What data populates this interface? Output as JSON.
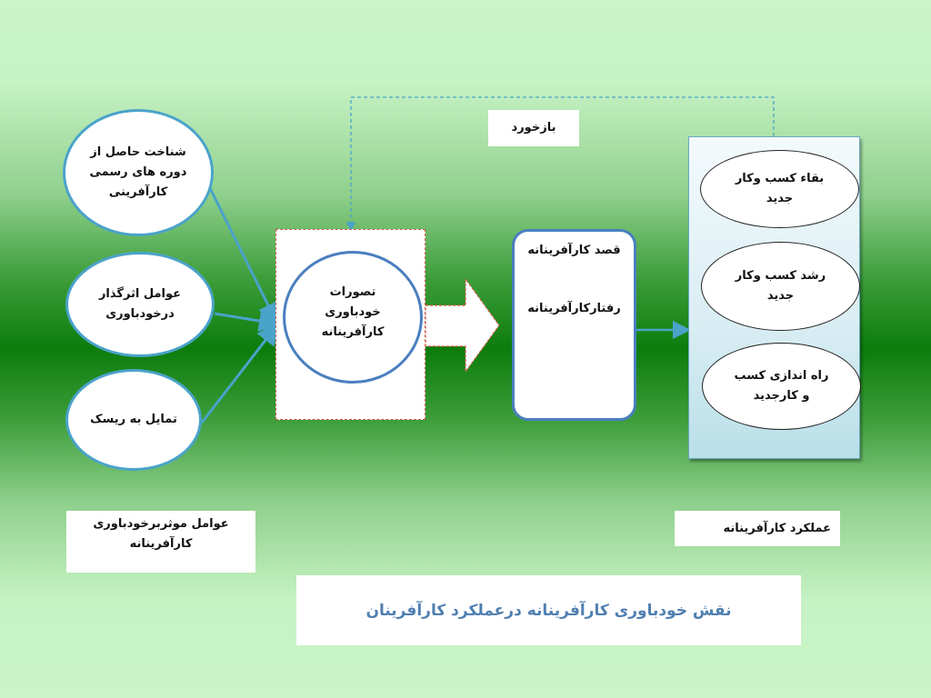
{
  "feedback_label": "بازخورد",
  "inputs": [
    {
      "text": "شناخت حاصل از دوره های رسمی کارآفرینی"
    },
    {
      "text": "عوامل اثرگذار درخودباوری"
    },
    {
      "text": "تمایل به ریسک"
    }
  ],
  "center_circle": "تصورات خودباوری کارآفرینانه",
  "middle_box": {
    "intent": "قصد کارآفرینانه",
    "behavior": "رفتارکارآفرینانه"
  },
  "outcomes": [
    {
      "text": "بقاء کسب وکار جدید"
    },
    {
      "text": "رشد کسب وکار جدید"
    },
    {
      "text": "راه اندازی کسب و کارجدید"
    }
  ],
  "bottom_left_label": "عوامل موثربرخودباوری کارآفرینانه",
  "bottom_right_label": "عملکرد کارآفرینانه",
  "footer_title": "نقش خودباوری کارآفرینانه درعملکرد کارآفرینان",
  "colors": {
    "oval_border": "#4aa3c9",
    "center_circle_border": "#4a7fbf",
    "arrow": "#4aa3c9",
    "dashed_red": "#d05a4a",
    "title_text": "#4f7fb0"
  }
}
